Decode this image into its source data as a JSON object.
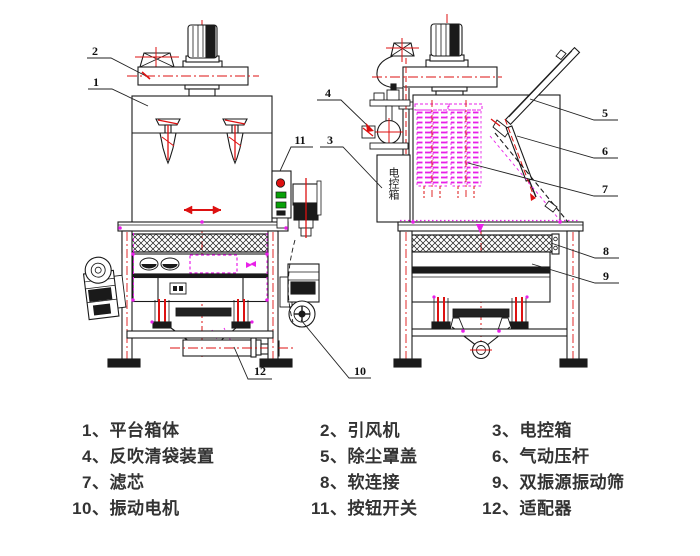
{
  "title": "双振源振动筛 结构图 (dual vibration source vibrating sifter technical drawing)",
  "colors": {
    "line": "#1a1a1a",
    "red": "#dd1111",
    "magenta": "#e820e8",
    "text": "#333333"
  },
  "drawing": {
    "control_box_text": "电控箱",
    "views": [
      "front-view",
      "side-view"
    ]
  },
  "callouts": [
    {
      "num": "1"
    },
    {
      "num": "2"
    },
    {
      "num": "3"
    },
    {
      "num": "4"
    },
    {
      "num": "5"
    },
    {
      "num": "6"
    },
    {
      "num": "7"
    },
    {
      "num": "8"
    },
    {
      "num": "9"
    },
    {
      "num": "10"
    },
    {
      "num": "11"
    },
    {
      "num": "12"
    }
  ],
  "legend": {
    "separator": "、",
    "items": [
      {
        "num": "1",
        "name": "平台箱体"
      },
      {
        "num": "2",
        "name": "引风机"
      },
      {
        "num": "3",
        "name": "电控箱"
      },
      {
        "num": "4",
        "name": "反吹清袋装置"
      },
      {
        "num": "5",
        "name": "除尘罩盖"
      },
      {
        "num": "6",
        "name": "气动压杆"
      },
      {
        "num": "7",
        "name": "滤芯"
      },
      {
        "num": "8",
        "name": "软连接"
      },
      {
        "num": "9",
        "name": "双振源振动筛"
      },
      {
        "num": "10",
        "name": "振动电机"
      },
      {
        "num": "11",
        "name": "按钮开关"
      },
      {
        "num": "12",
        "name": "适配器"
      }
    ]
  }
}
